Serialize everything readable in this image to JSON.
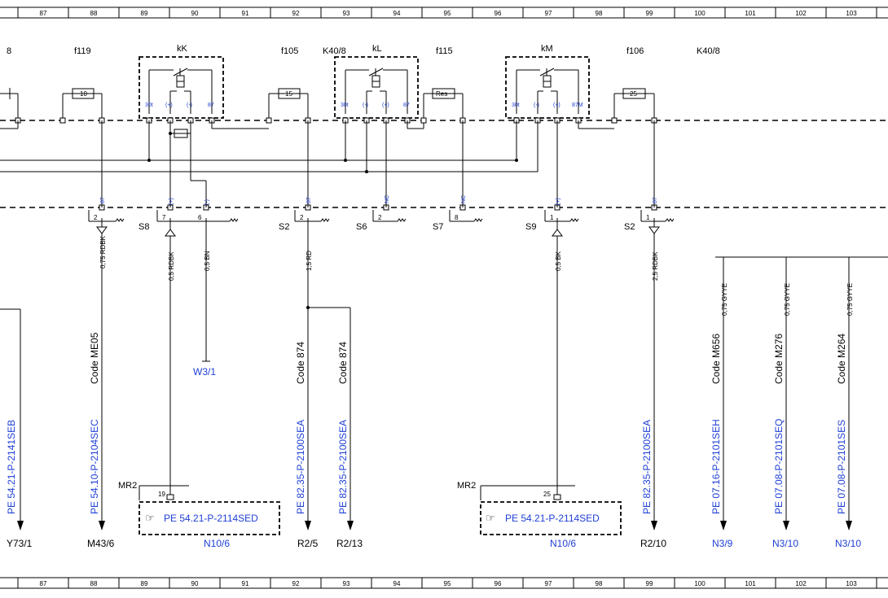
{
  "ruler": [
    "87",
    "88",
    "89",
    "90",
    "91",
    "92",
    "93",
    "94",
    "95",
    "96",
    "97",
    "98",
    "99",
    "100",
    "101",
    "102",
    "103"
  ],
  "labels": {
    "c8": "8",
    "f119": "f119",
    "kK": "kK",
    "f105": "f105",
    "K40_8a": "K40/8",
    "kL": "kL",
    "f115": "f115",
    "kM": "kM",
    "f106": "f106",
    "K40_8b": "K40/8"
  },
  "fuses": {
    "f119": "10",
    "f105": "15",
    "f115": "Res",
    "f106": "25"
  },
  "relay_pins": {
    "kK": [
      "30t",
      "(+)",
      "(-)",
      "87"
    ],
    "kL": [
      "30t",
      "(-)",
      "(+)",
      "87"
    ],
    "kM": [
      "30t",
      "(-)",
      "(+)",
      "87M"
    ]
  },
  "connectors": {
    "c1": {
      "pin": "2",
      "tag": "87"
    },
    "c2a": {
      "pin": "7",
      "tag": "(+)"
    },
    "c2b": {
      "pin": "6",
      "tag": "(-)"
    },
    "c3": {
      "pin": "2",
      "tag": "87"
    },
    "c4": {
      "pin": "2",
      "tag": "NC"
    },
    "c5": {
      "pin": "8",
      "tag": "NC"
    },
    "c6": {
      "pin": "1",
      "tag": "(+)"
    },
    "c7": {
      "pin": "1",
      "tag": "87"
    }
  },
  "splices": {
    "S8": "S8",
    "S2a": "S2",
    "S6": "S6",
    "S7": "S7",
    "S9": "S9",
    "S2b": "S2"
  },
  "wires": {
    "w1": "0,75 RDBK",
    "w2": "0,5 RDBK",
    "w3": "0,5 BN",
    "w4": "1,5 RD",
    "w5": "0,5 BK",
    "w6": "2,5 RDBK",
    "w7": "0,75 GYYE",
    "w8": "0,75 GYYE",
    "w9": "0,75 GYYE"
  },
  "codes": {
    "c1": "Code ME05",
    "c2": "Code 874",
    "c3": "Code 874",
    "c4": "Code M656",
    "c5": "Code M276",
    "c6": "Code M264"
  },
  "refs": {
    "r0": "PE 54.21-P-2141SEB",
    "r1": "PE 54.10-P-2104SEC",
    "r2": "PE 82.35-P-2100SEA",
    "r3": "PE 82.35-P-2100SEA",
    "r4": "PE 82.35-P-2100SEA",
    "r5": "PE 07.16-P-2101SEH",
    "r6": "PE 07.08-P-2101SEQ",
    "r7": "PE 07.08-P-2101SES"
  },
  "w3_1": "W3/1",
  "mr2": {
    "a": {
      "label": "MR2",
      "pin": "19",
      "ref": "PE 54.21-P-2114SED",
      "comp": "N10/6"
    },
    "b": {
      "label": "MR2",
      "pin": "25",
      "ref": "PE 54.21-P-2114SED",
      "comp": "N10/6"
    }
  },
  "bottom": {
    "y73": "Y73/1",
    "m43": "M43/6",
    "r25": "R2/5",
    "r213": "R2/13",
    "r210": "R2/10",
    "n39": "N3/9",
    "n310a": "N3/10",
    "n310b": "N3/10"
  },
  "colors": {
    "text": "#000000",
    "ref_blue": "#1e3fd6"
  }
}
